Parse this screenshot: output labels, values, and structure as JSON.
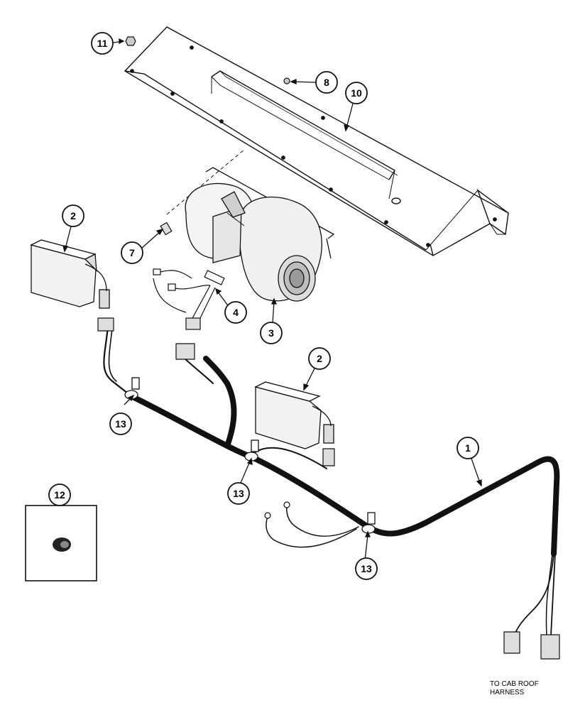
{
  "callouts": [
    {
      "id": "callout-1",
      "label": "1"
    },
    {
      "id": "callout-2a",
      "label": "2"
    },
    {
      "id": "callout-2b",
      "label": "2"
    },
    {
      "id": "callout-3",
      "label": "3"
    },
    {
      "id": "callout-4",
      "label": "4"
    },
    {
      "id": "callout-7",
      "label": "7"
    },
    {
      "id": "callout-8",
      "label": "8"
    },
    {
      "id": "callout-10",
      "label": "10"
    },
    {
      "id": "callout-11",
      "label": "11"
    },
    {
      "id": "callout-12",
      "label": "12"
    },
    {
      "id": "callout-13a",
      "label": "13"
    },
    {
      "id": "callout-13b",
      "label": "13"
    },
    {
      "id": "callout-13c",
      "label": "13"
    }
  ],
  "note": {
    "line1": "TO CAB ROOF",
    "line2": "HARNESS"
  }
}
